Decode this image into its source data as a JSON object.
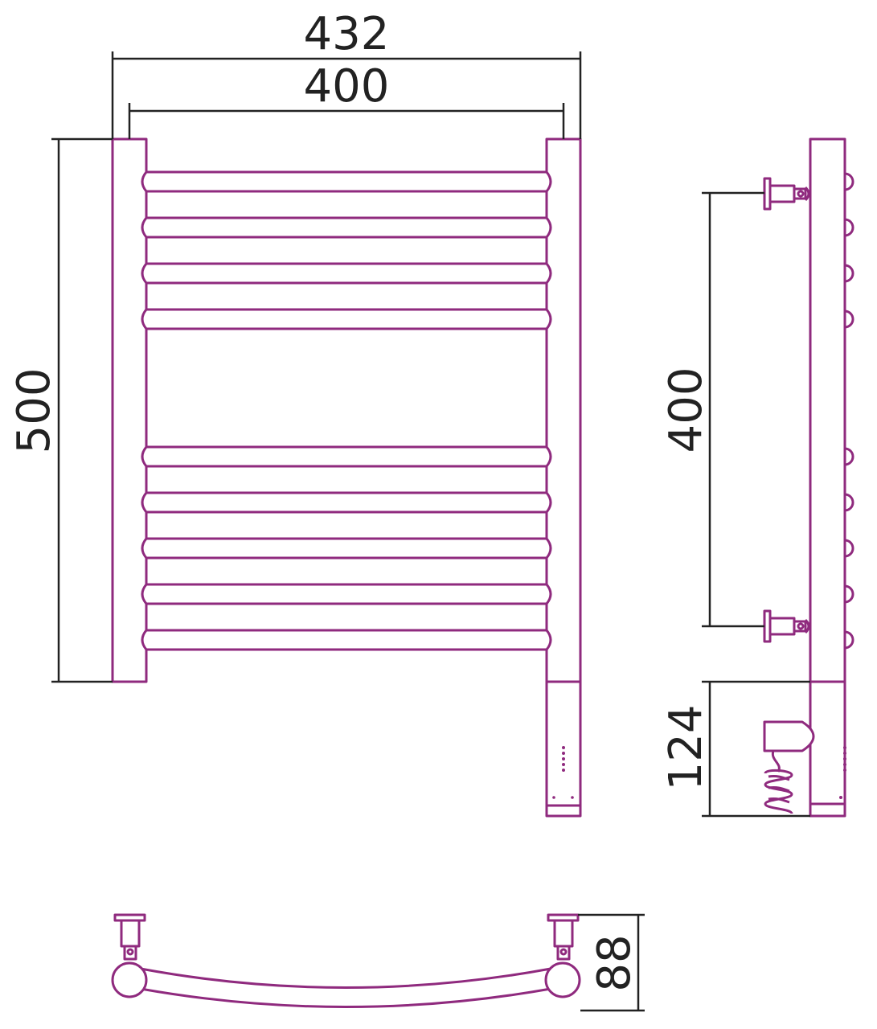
{
  "colors": {
    "part": "#8f2a7e",
    "dimension": "#222222",
    "background": "#ffffff"
  },
  "dimensions": {
    "overall_width": "432",
    "pipe_width": "400",
    "height": "500",
    "mount_distance": "400",
    "heater_length": "124",
    "depth": "88"
  }
}
